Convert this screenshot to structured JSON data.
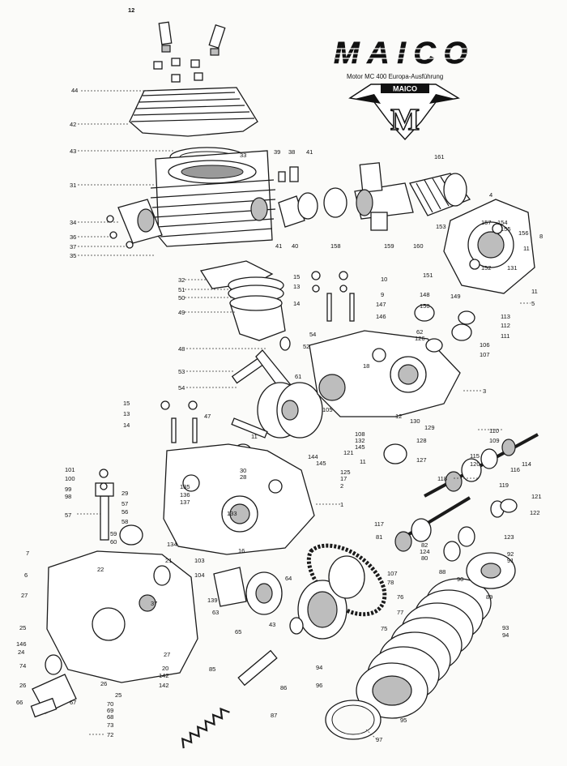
{
  "brand": {
    "logo_text": "MAICO",
    "subtitle": "Motor MC 400 Europa-Ausführung",
    "emblem_text": "MAICO",
    "emblem_letter": "M"
  },
  "callouts": [
    {
      "id": "c12",
      "text": "12"
    },
    {
      "id": "c44",
      "text": "44"
    },
    {
      "id": "c42",
      "text": "42"
    },
    {
      "id": "c43",
      "text": "43"
    },
    {
      "id": "c33",
      "text": "33"
    },
    {
      "id": "c39",
      "text": "39"
    },
    {
      "id": "c38",
      "text": "38"
    },
    {
      "id": "c41a",
      "text": "41"
    },
    {
      "id": "c161",
      "text": "161"
    },
    {
      "id": "c31",
      "text": "31"
    },
    {
      "id": "c34",
      "text": "34"
    },
    {
      "id": "c36",
      "text": "36"
    },
    {
      "id": "c37",
      "text": "37"
    },
    {
      "id": "c35",
      "text": "35"
    },
    {
      "id": "c41b",
      "text": "41"
    },
    {
      "id": "c40",
      "text": "40"
    },
    {
      "id": "c158",
      "text": "158"
    },
    {
      "id": "c159",
      "text": "159"
    },
    {
      "id": "c160",
      "text": "160"
    },
    {
      "id": "c153",
      "text": "153"
    },
    {
      "id": "c4",
      "text": "4"
    },
    {
      "id": "c157",
      "text": "157"
    },
    {
      "id": "c154",
      "text": "154"
    },
    {
      "id": "c155",
      "text": "155"
    },
    {
      "id": "c156",
      "text": "156"
    },
    {
      "id": "c11a",
      "text": "11"
    },
    {
      "id": "c8",
      "text": "8"
    },
    {
      "id": "c152",
      "text": "152"
    },
    {
      "id": "c131",
      "text": "131"
    },
    {
      "id": "c151",
      "text": "151"
    },
    {
      "id": "c32",
      "text": "32"
    },
    {
      "id": "c51",
      "text": "51"
    },
    {
      "id": "c50",
      "text": "50"
    },
    {
      "id": "c49",
      "text": "49"
    },
    {
      "id": "c15a",
      "text": "15"
    },
    {
      "id": "c13a",
      "text": "13"
    },
    {
      "id": "c14a",
      "text": "14"
    },
    {
      "id": "c10",
      "text": "10"
    },
    {
      "id": "c9",
      "text": "9"
    },
    {
      "id": "c148",
      "text": "148"
    },
    {
      "id": "c147",
      "text": "147"
    },
    {
      "id": "c150",
      "text": "150"
    },
    {
      "id": "c149",
      "text": "149"
    },
    {
      "id": "c146",
      "text": "146"
    },
    {
      "id": "c11b",
      "text": "11"
    },
    {
      "id": "c5",
      "text": "5"
    },
    {
      "id": "c113",
      "text": "113"
    },
    {
      "id": "c112",
      "text": "112"
    },
    {
      "id": "c62",
      "text": "62"
    },
    {
      "id": "c126",
      "text": "126"
    },
    {
      "id": "c111",
      "text": "111"
    },
    {
      "id": "c106",
      "text": "106"
    },
    {
      "id": "c107",
      "text": "107"
    },
    {
      "id": "c54a",
      "text": "54"
    },
    {
      "id": "c52",
      "text": "52"
    },
    {
      "id": "c48",
      "text": "48"
    },
    {
      "id": "c53",
      "text": "53"
    },
    {
      "id": "c54b",
      "text": "54"
    },
    {
      "id": "c61",
      "text": "61"
    },
    {
      "id": "c18",
      "text": "18"
    },
    {
      "id": "c3",
      "text": "3"
    },
    {
      "id": "c47",
      "text": "47"
    },
    {
      "id": "c105",
      "text": "105"
    },
    {
      "id": "c12b",
      "text": "12"
    },
    {
      "id": "c130",
      "text": "130"
    },
    {
      "id": "c129",
      "text": "129"
    },
    {
      "id": "c108",
      "text": "108"
    },
    {
      "id": "c132",
      "text": "132"
    },
    {
      "id": "c145a",
      "text": "145"
    },
    {
      "id": "c128",
      "text": "128"
    },
    {
      "id": "c121",
      "text": "121"
    },
    {
      "id": "c11c",
      "text": "11"
    },
    {
      "id": "c15b",
      "text": "15"
    },
    {
      "id": "c13b",
      "text": "13"
    },
    {
      "id": "c14b",
      "text": "14"
    },
    {
      "id": "c11d",
      "text": "11"
    },
    {
      "id": "c144",
      "text": "144"
    },
    {
      "id": "c145b",
      "text": "145"
    },
    {
      "id": "c127",
      "text": "127"
    },
    {
      "id": "c125",
      "text": "125"
    },
    {
      "id": "c17",
      "text": "17"
    },
    {
      "id": "c2",
      "text": "2"
    },
    {
      "id": "c110",
      "text": "110"
    },
    {
      "id": "c109",
      "text": "109"
    },
    {
      "id": "c115",
      "text": "115"
    },
    {
      "id": "c120",
      "text": "120"
    },
    {
      "id": "c114",
      "text": "114"
    },
    {
      "id": "c116",
      "text": "116"
    },
    {
      "id": "c101",
      "text": "101"
    },
    {
      "id": "c100",
      "text": "100"
    },
    {
      "id": "c30",
      "text": "30"
    },
    {
      "id": "c28",
      "text": "28"
    },
    {
      "id": "c99",
      "text": "99"
    },
    {
      "id": "c98",
      "text": "98"
    },
    {
      "id": "c29",
      "text": "29"
    },
    {
      "id": "c135",
      "text": "135"
    },
    {
      "id": "c118",
      "text": "118"
    },
    {
      "id": "c119",
      "text": "119"
    },
    {
      "id": "c121b",
      "text": "121"
    },
    {
      "id": "c57a",
      "text": "57"
    },
    {
      "id": "c57b",
      "text": "57"
    },
    {
      "id": "c56",
      "text": "56"
    },
    {
      "id": "c58",
      "text": "58"
    },
    {
      "id": "c136",
      "text": "136"
    },
    {
      "id": "c137",
      "text": "137"
    },
    {
      "id": "c133",
      "text": "133"
    },
    {
      "id": "c1",
      "text": "1"
    },
    {
      "id": "c122",
      "text": "122"
    },
    {
      "id": "c59",
      "text": "59"
    },
    {
      "id": "c60a",
      "text": "60"
    },
    {
      "id": "c134",
      "text": "134"
    },
    {
      "id": "c16",
      "text": "16"
    },
    {
      "id": "c117",
      "text": "117"
    },
    {
      "id": "c81",
      "text": "81"
    },
    {
      "id": "c123",
      "text": "123"
    },
    {
      "id": "c82",
      "text": "82"
    },
    {
      "id": "c124",
      "text": "124"
    },
    {
      "id": "c80",
      "text": "80"
    },
    {
      "id": "c7",
      "text": "7"
    },
    {
      "id": "c21",
      "text": "21"
    },
    {
      "id": "c103",
      "text": "103"
    },
    {
      "id": "c6",
      "text": "6"
    },
    {
      "id": "c22",
      "text": "22"
    },
    {
      "id": "c104",
      "text": "104"
    },
    {
      "id": "c64",
      "text": "64"
    },
    {
      "id": "c107b",
      "text": "107"
    },
    {
      "id": "c78",
      "text": "78"
    },
    {
      "id": "c88",
      "text": "88"
    },
    {
      "id": "c90",
      "text": "90"
    },
    {
      "id": "c92",
      "text": "92"
    },
    {
      "id": "c91",
      "text": "91"
    },
    {
      "id": "c89",
      "text": "89"
    },
    {
      "id": "c27a",
      "text": "27"
    },
    {
      "id": "c37b",
      "text": "37"
    },
    {
      "id": "c139",
      "text": "139"
    },
    {
      "id": "c63",
      "text": "63"
    },
    {
      "id": "c76",
      "text": "76"
    },
    {
      "id": "c77",
      "text": "77"
    },
    {
      "id": "c25a",
      "text": "25"
    },
    {
      "id": "c65",
      "text": "65"
    },
    {
      "id": "c43b",
      "text": "43"
    },
    {
      "id": "c75",
      "text": "75"
    },
    {
      "id": "c93",
      "text": "93"
    },
    {
      "id": "c94a",
      "text": "94"
    },
    {
      "id": "c146b",
      "text": "146"
    },
    {
      "id": "c24",
      "text": "24"
    },
    {
      "id": "c27b",
      "text": "27"
    },
    {
      "id": "c74",
      "text": "74"
    },
    {
      "id": "c20",
      "text": "20"
    },
    {
      "id": "c142a",
      "text": "142"
    },
    {
      "id": "c26a",
      "text": "26"
    },
    {
      "id": "c142b",
      "text": "142"
    },
    {
      "id": "c25b",
      "text": "25"
    },
    {
      "id": "c85",
      "text": "85"
    },
    {
      "id": "c94b",
      "text": "94"
    },
    {
      "id": "c86",
      "text": "86"
    },
    {
      "id": "c96",
      "text": "96"
    },
    {
      "id": "c26b",
      "text": "26"
    },
    {
      "id": "c66",
      "text": "66"
    },
    {
      "id": "c67a",
      "text": "67"
    },
    {
      "id": "c70",
      "text": "70"
    },
    {
      "id": "c69",
      "text": "69"
    },
    {
      "id": "c68",
      "text": "68"
    },
    {
      "id": "c73",
      "text": "73"
    },
    {
      "id": "c72",
      "text": "72"
    },
    {
      "id": "c87",
      "text": "87"
    },
    {
      "id": "c95",
      "text": "95"
    },
    {
      "id": "c97",
      "text": "97"
    }
  ]
}
